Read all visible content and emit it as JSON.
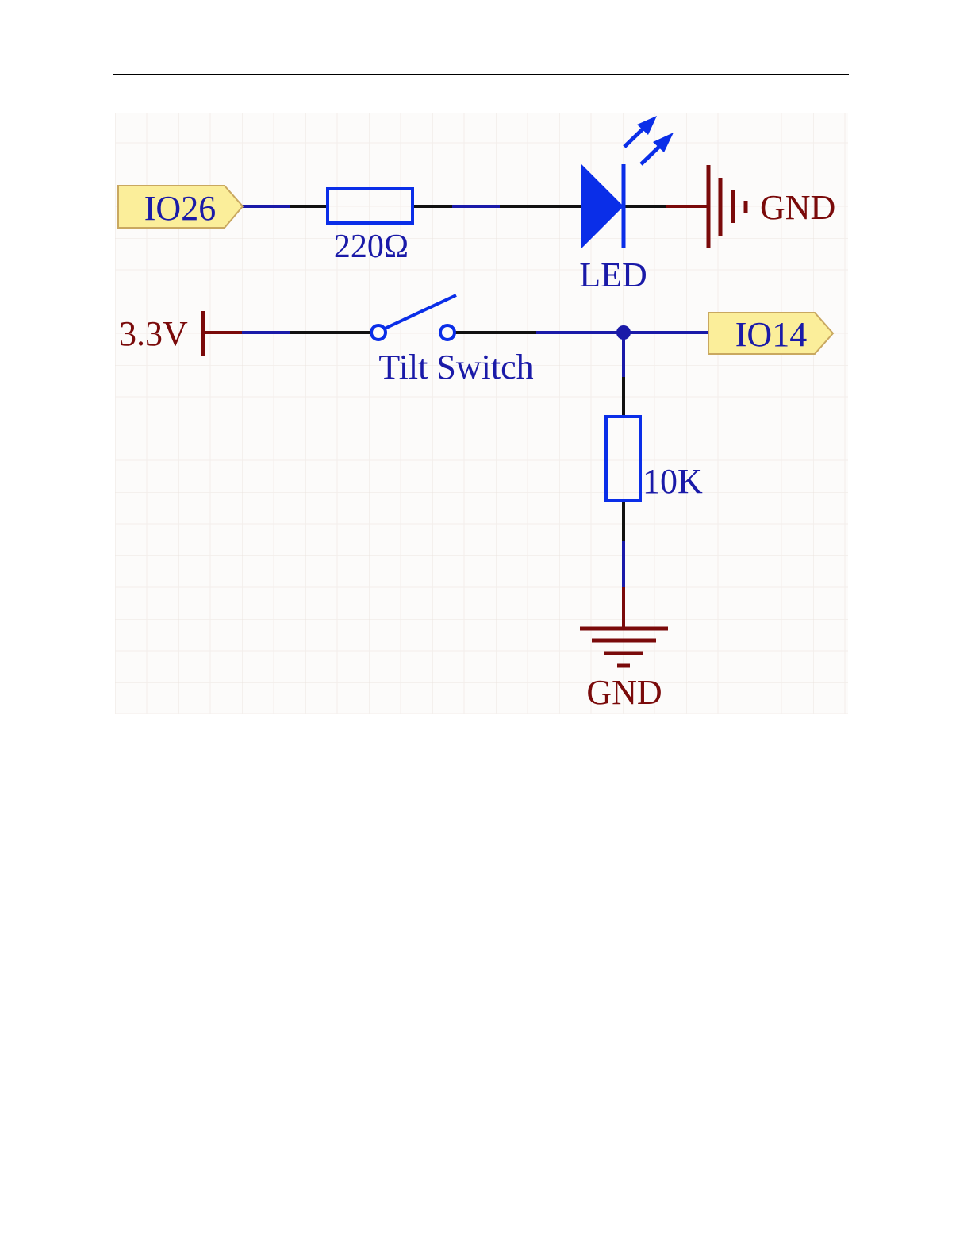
{
  "schematic": {
    "colors": {
      "wire_blue": "#1a1aa8",
      "wire_black": "#111111",
      "power_red": "#7a0a0a",
      "component_blue": "#0a2ee8",
      "port_fill": "#fbee9a",
      "port_stroke": "#c9a860",
      "grid_line": "#ebe4e0",
      "background": "#fcfbfa"
    },
    "ports": {
      "io26": "IO26",
      "io14": "IO14"
    },
    "power": {
      "vcc": "3.3V",
      "gnd_right": "GND",
      "gnd_bottom": "GND"
    },
    "components": {
      "resistor_led": "220Ω",
      "led": "LED",
      "switch": "Tilt Switch",
      "resistor_pulldown": "10K"
    }
  }
}
